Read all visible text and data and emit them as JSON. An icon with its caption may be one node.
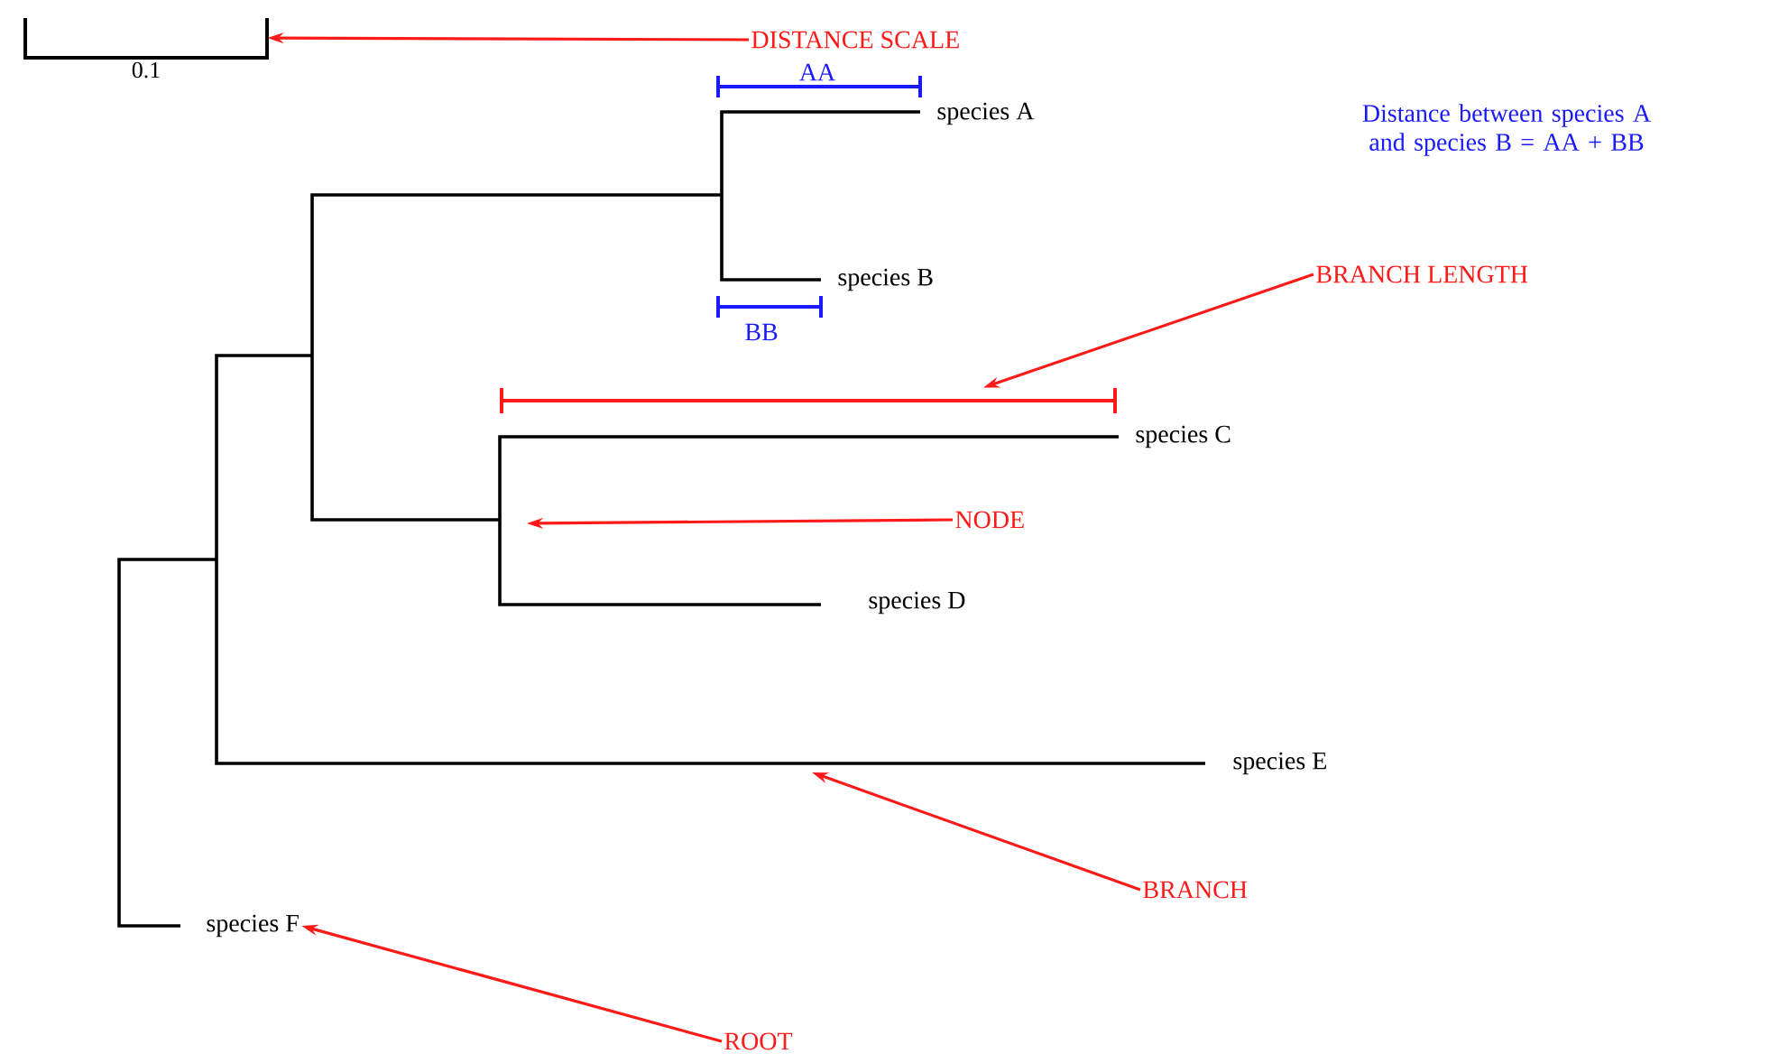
{
  "diagram": {
    "nodes": [
      {
        "text": [
          "DISTANCE SCALE"
        ]
      },
      {
        "text": [
          "0.1"
        ]
      },
      {
        "text": [
          "BRANCH LENGTH"
        ]
      },
      {
        "text": [],
        "shape": "bar"
      },
      {
        "text": [
          "NODE"
        ]
      },
      {
        "text": [
          "BRANCH"
        ]
      },
      {
        "text": [
          "ROOT"
        ]
      },
      {
        "text": [
          "species F"
        ]
      }
    ],
    "edges": [
      {
        "from": 0,
        "to": 1,
        "arrow": "to"
      },
      {
        "from": 2,
        "to": 3,
        "arrow": "to"
      },
      {
        "from": 4,
        "to": null,
        "arrow": "to"
      },
      {
        "from": 5,
        "to": null,
        "arrow": "to"
      },
      {
        "from": 6,
        "to": 7,
        "arrow": "to"
      }
    ],
    "labels": [
      "AA",
      "species A",
      "Distance between species A and species B = AA + BB",
      "species B",
      "BB",
      "species C",
      "species D",
      "species E"
    ]
  }
}
